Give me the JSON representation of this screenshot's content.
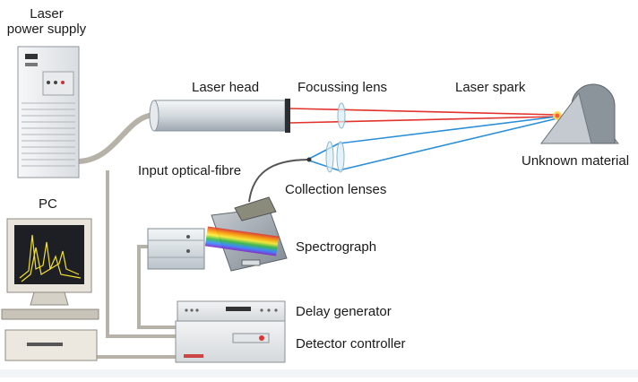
{
  "labels": {
    "laser_power_supply_line1": "Laser",
    "laser_power_supply_line2": "power supply",
    "laser_head": "Laser head",
    "focussing_lens": "Focussing lens",
    "laser_spark": "Laser spark",
    "unknown_material": "Unknown material",
    "input_optical_fibre": "Input optical-fibre",
    "collection_lenses": "Collection lenses",
    "pc": "PC",
    "spectrograph": "Spectrograph",
    "delay_generator": "Delay generator",
    "detector_controller": "Detector controller"
  },
  "colors": {
    "laser_beam": "#e0342c",
    "collected_light": "#2a8fd8",
    "equipment_light": "#e9ecef",
    "equipment_dark": "#9aa3ab",
    "cable": "#b7b2a8",
    "screen_trace": "#f2e12a"
  },
  "icons": {
    "laser_power_supply": "power-supply-cabinet-icon",
    "laser_head": "laser-cylinder-icon",
    "pc": "desktop-computer-icon",
    "spectrograph": "spectrograph-box-icon",
    "delay_generator": "rack-instrument-icon",
    "detector_controller": "rack-instrument-icon",
    "unknown_material": "material-sample-icon"
  }
}
